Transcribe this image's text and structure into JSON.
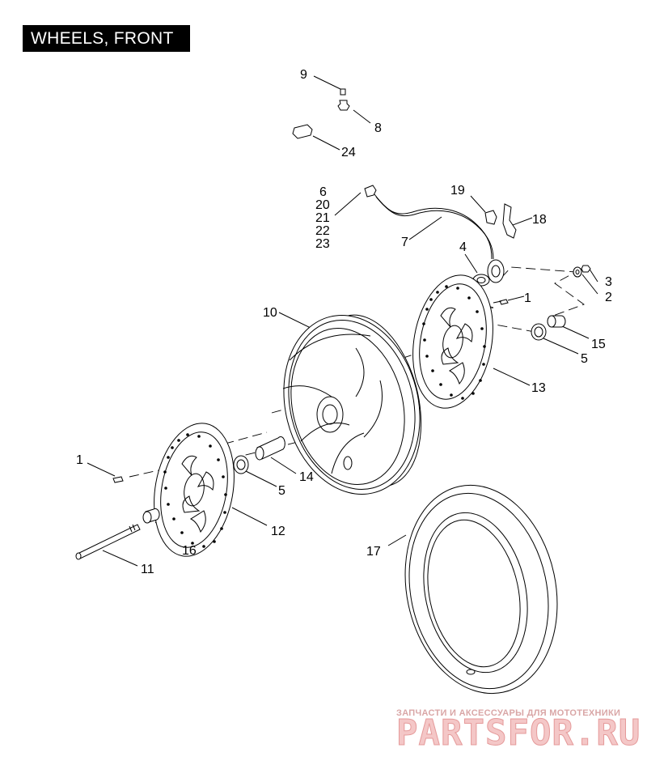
{
  "title": "WHEELS, FRONT",
  "callouts": {
    "c9": "9",
    "c8": "8",
    "c24": "24",
    "c6": "6",
    "c20": "20",
    "c21": "21",
    "c22": "22",
    "c23": "23",
    "c19": "19",
    "c18": "18",
    "c7": "7",
    "c4": "4",
    "c3": "3",
    "c2": "2",
    "c1_top": "1",
    "c15": "15",
    "c5_right": "5",
    "c13": "13",
    "c10": "10",
    "c1_left": "1",
    "c5_left": "5",
    "c14": "14",
    "c12": "12",
    "c16": "16",
    "c11": "11",
    "c17": "17"
  },
  "watermark": {
    "tagline": "ЗАПЧАСТИ И АКСЕССУАРЫ ДЛЯ МОТОТЕХНИКИ",
    "brand": "PARTSFOR.RU"
  },
  "colors": {
    "line": "#000000",
    "title_bg": "#000000",
    "title_fg": "#ffffff",
    "watermark": "#e59a9a"
  }
}
